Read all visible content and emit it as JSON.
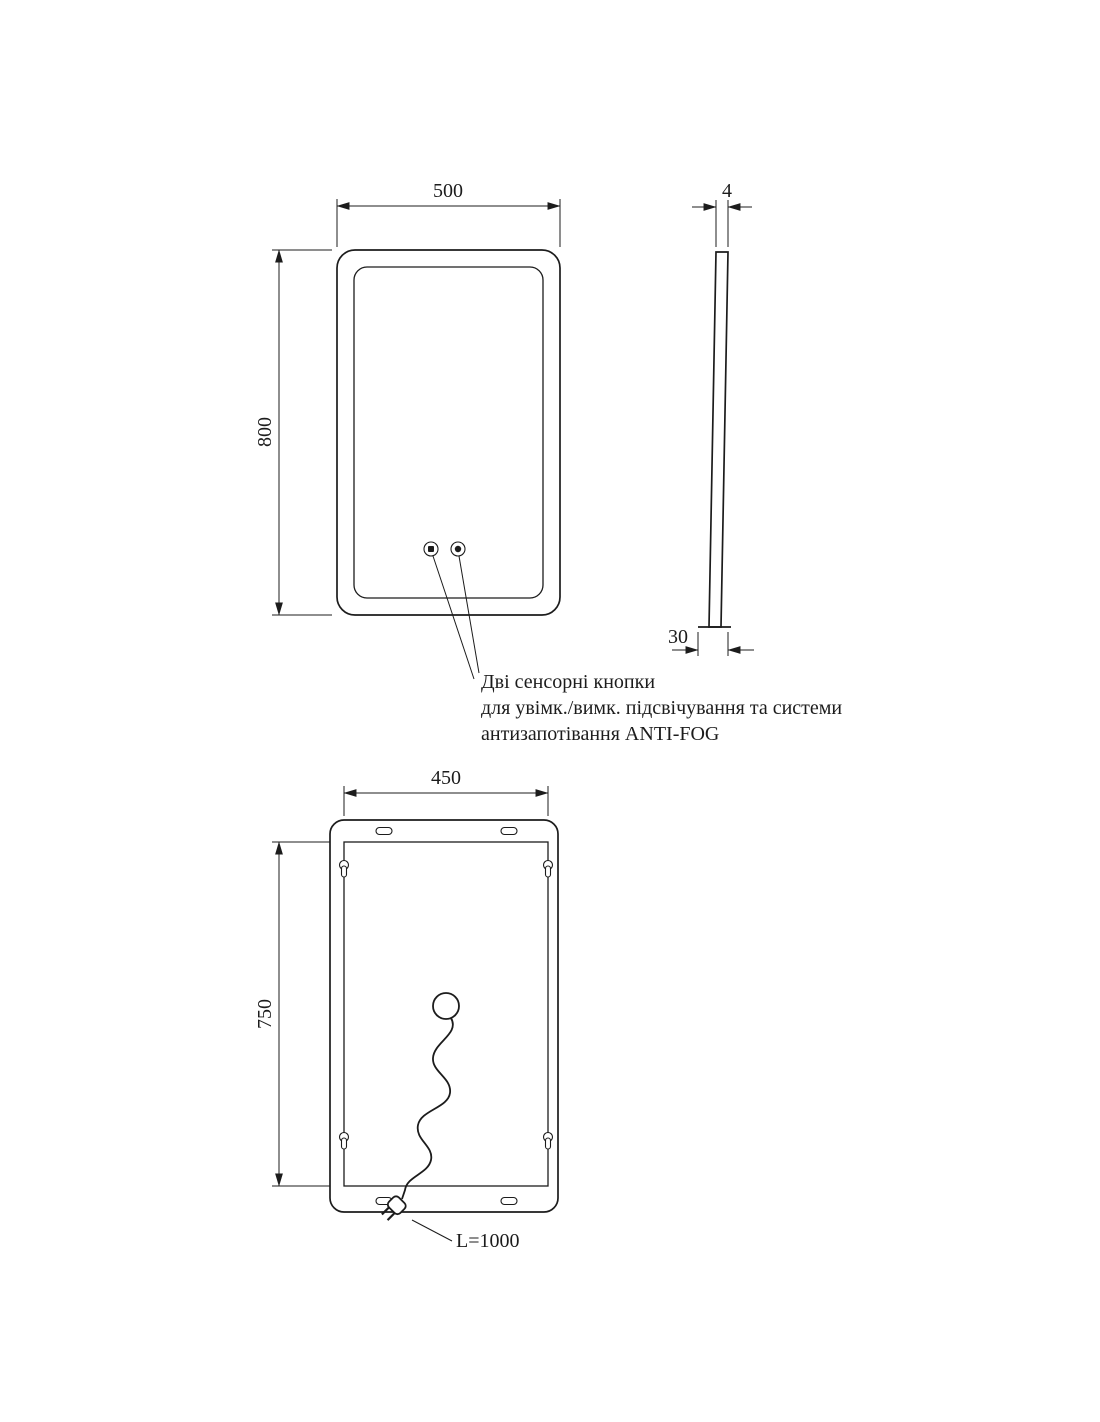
{
  "drawing": {
    "colors": {
      "background": "#ffffff",
      "line": "#1c1c1c"
    },
    "front_view": {
      "width_label": "500",
      "height_label": "800"
    },
    "side_view": {
      "thickness_label": "4",
      "depth_label": "30"
    },
    "back_view": {
      "width_label": "450",
      "height_label": "750",
      "cord_length_label": "L=1000"
    },
    "annotation": {
      "line1": "Дві сенсорні кнопки",
      "line2": "для увімк./вимк. підсвічування та системи",
      "line3": "антизапотівання ANTI-FOG"
    }
  }
}
